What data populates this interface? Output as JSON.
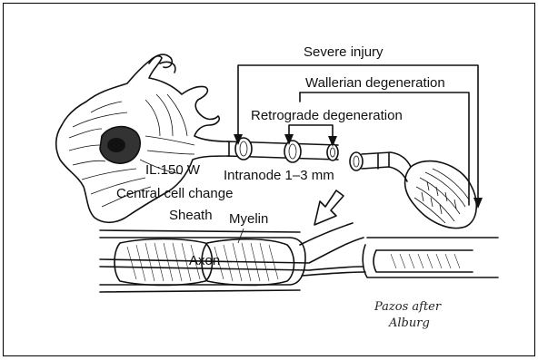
{
  "labels": {
    "severe_injury": "Severe injury",
    "wallerian_degeneration": "Wallerian degeneration",
    "retrograde_degeneration": "Retrograde degeneration",
    "il": "IL:150 W",
    "intranode": "Intranode 1–3 mm",
    "central_cell_change": "Central cell change",
    "sheath": "Sheath",
    "myelin": "Myelin",
    "axon": "Axon"
  },
  "signature": {
    "line1": "Pazos after",
    "line2": "Alburg"
  },
  "colors": {
    "ink": "#111111",
    "background": "#ffffff"
  }
}
